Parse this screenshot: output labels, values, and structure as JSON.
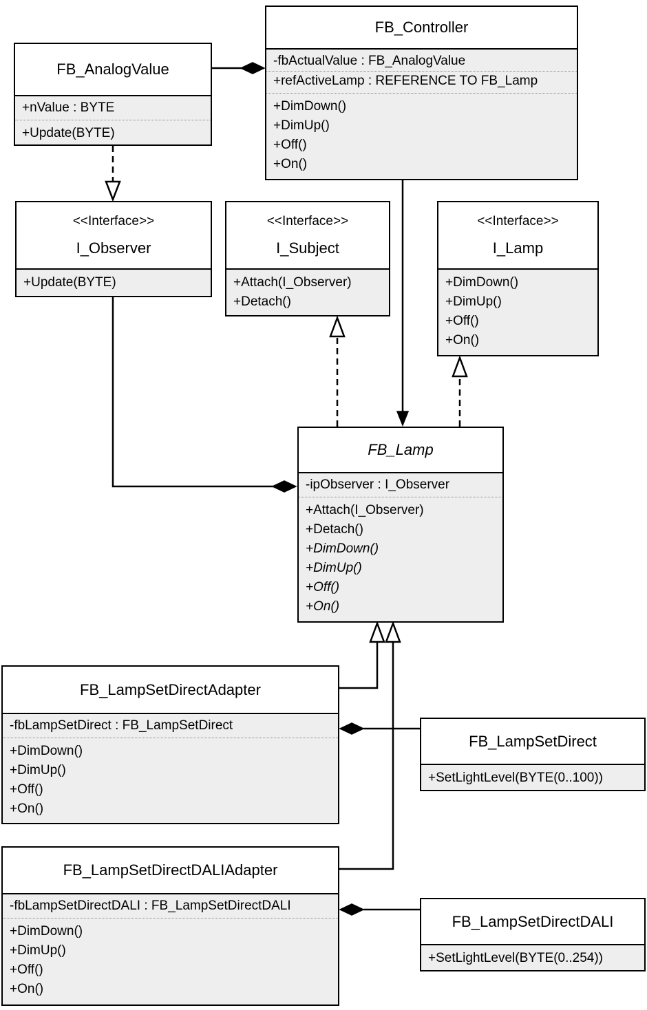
{
  "diagram": {
    "kind": "uml-class-diagram",
    "colors": {
      "border": "#000000",
      "title_bg": "#ffffff",
      "compartment_bg": "#eeeeee"
    }
  },
  "classes": {
    "analog_value": {
      "name": "FB_AnalogValue",
      "attributes": [
        "+nValue : BYTE"
      ],
      "methods": [
        "+Update(BYTE)"
      ]
    },
    "controller": {
      "name": "FB_Controller",
      "attributes": [
        "-fbActualValue : FB_AnalogValue",
        "+refActiveLamp : REFERENCE TO FB_Lamp"
      ],
      "methods": [
        "+DimDown()",
        "+DimUp()",
        "+Off()",
        "+On()"
      ]
    },
    "i_observer": {
      "stereotype": "<<Interface>>",
      "name": "I_Observer",
      "methods": [
        "+Update(BYTE)"
      ]
    },
    "i_subject": {
      "stereotype": "<<Interface>>",
      "name": "I_Subject",
      "methods": [
        "+Attach(I_Observer)",
        "+Detach()"
      ]
    },
    "i_lamp": {
      "stereotype": "<<Interface>>",
      "name": "I_Lamp",
      "methods": [
        "+DimDown()",
        "+DimUp()",
        "+Off()",
        "+On()"
      ]
    },
    "lamp": {
      "name": "FB_Lamp",
      "attributes": [
        "-ipObserver : I_Observer"
      ],
      "methods": [
        "+Attach(I_Observer)",
        "+Detach()",
        "+DimDown()",
        "+DimUp()",
        "+Off()",
        "+On()"
      ]
    },
    "adapter": {
      "name": "FB_LampSetDirectAdapter",
      "attributes": [
        "-fbLampSetDirect : FB_LampSetDirect"
      ],
      "methods": [
        "+DimDown()",
        "+DimUp()",
        "+Off()",
        "+On()"
      ]
    },
    "lamp_set_direct": {
      "name": "FB_LampSetDirect",
      "methods": [
        "+SetLightLevel(BYTE(0..100))"
      ]
    },
    "dali_adapter": {
      "name": "FB_LampSetDirectDALIAdapter",
      "attributes": [
        "-fbLampSetDirectDALI : FB_LampSetDirectDALI"
      ],
      "methods": [
        "+DimDown()",
        "+DimUp()",
        "+Off()",
        "+On()"
      ]
    },
    "lamp_set_direct_dali": {
      "name": "FB_LampSetDirectDALI",
      "methods": [
        "+SetLightLevel(BYTE(0..254))"
      ]
    }
  },
  "relations": [
    {
      "from": "FB_Controller",
      "to": "FB_AnalogValue",
      "type": "composition"
    },
    {
      "from": "FB_AnalogValue",
      "to": "I_Observer",
      "type": "realization"
    },
    {
      "from": "FB_Controller",
      "to": "FB_Lamp",
      "type": "directed-association"
    },
    {
      "from": "FB_Lamp",
      "to": "I_Subject",
      "type": "realization"
    },
    {
      "from": "FB_Lamp",
      "to": "I_Lamp",
      "type": "realization"
    },
    {
      "from": "FB_Lamp",
      "to": "I_Observer",
      "type": "composition"
    },
    {
      "from": "FB_LampSetDirectAdapter",
      "to": "FB_Lamp",
      "type": "generalization"
    },
    {
      "from": "FB_LampSetDirectDALIAdapter",
      "to": "FB_Lamp",
      "type": "generalization"
    },
    {
      "from": "FB_LampSetDirectAdapter",
      "to": "FB_LampSetDirect",
      "type": "composition"
    },
    {
      "from": "FB_LampSetDirectDALIAdapter",
      "to": "FB_LampSetDirectDALI",
      "type": "composition"
    }
  ]
}
